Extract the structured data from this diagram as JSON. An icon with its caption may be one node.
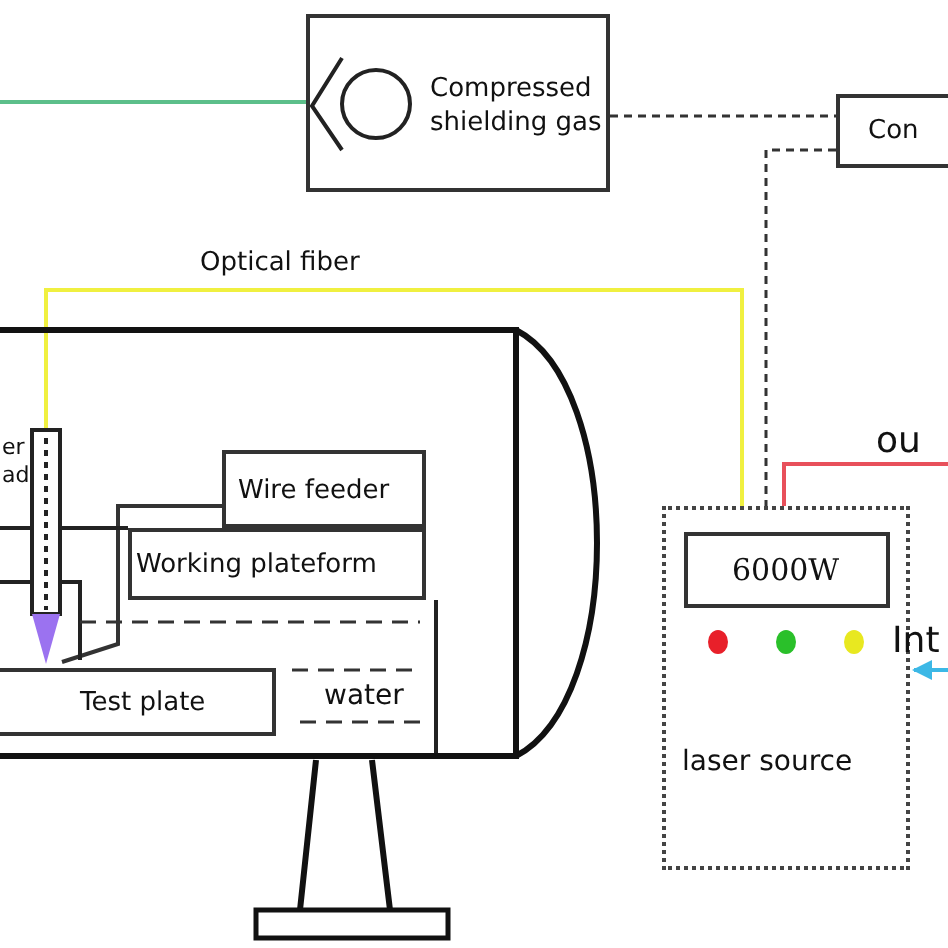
{
  "diagram": {
    "nodes": [
      {
        "text": [
          "Compressed shielding gas"
        ]
      },
      {
        "text": [
          "Con"
        ]
      },
      {
        "text": [],
        "shape": "cylinder"
      },
      {
        "text": [
          "er ad"
        ],
        "in": 2
      },
      {
        "text": [
          "Wire feeder"
        ],
        "in": 2
      },
      {
        "text": [
          "Working plateform"
        ],
        "in": 2
      },
      {
        "text": [
          "Test plate"
        ],
        "in": 2
      },
      {
        "text": [
          "laser source"
        ]
      },
      {
        "text": [
          "6000W"
        ],
        "in": 7
      }
    ],
    "edges": [
      {
        "from": null,
        "to": 0,
        "arrow": "none",
        "color": "#5cbf8a"
      },
      {
        "from": 0,
        "to": 1,
        "arrow": "none",
        "style": "dashed"
      },
      {
        "from": 1,
        "to": 7,
        "arrow": "none",
        "style": "dashed"
      },
      {
        "from": 7,
        "to": 3,
        "arrow": "none",
        "label": "Optical fiber",
        "color": "#f0f040"
      },
      {
        "from": 7,
        "to": null,
        "arrow": "none",
        "label": "ou",
        "color": "#e8505b"
      },
      {
        "from": null,
        "to": 7,
        "arrow": "to",
        "label": "Int",
        "color": "#3cb8e6"
      },
      {
        "from": 4,
        "to": 3,
        "arrow": "none"
      }
    ],
    "labels": [
      "water"
    ]
  }
}
